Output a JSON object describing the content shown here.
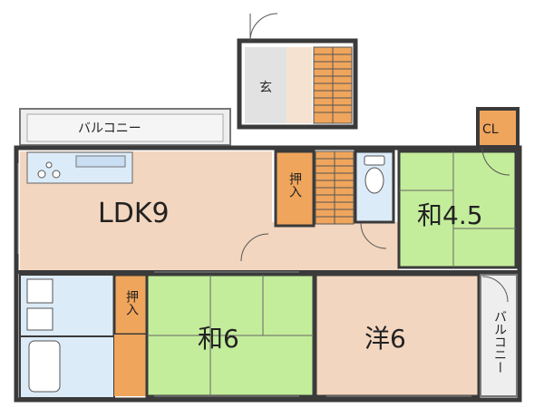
{
  "rooms": {
    "genkan": "玄",
    "balcony_top": "バルコニー",
    "ldk": "LDK9",
    "oshiire_a": "押入",
    "washitsu_45": "和4.5",
    "closet": "CL",
    "oshiire_b": "押入",
    "washitsu_6": "和6",
    "yoshitsu_6": "洋6",
    "balcony_right": "バルコニー"
  },
  "colors": {
    "ldk_floor": "#f3d6bf",
    "tatami": "#c4ed9b",
    "storage": "#f0a55c",
    "wet_area": "#dcebf8",
    "balcony": "#eeeeee",
    "wall": "#3a3a3a"
  }
}
